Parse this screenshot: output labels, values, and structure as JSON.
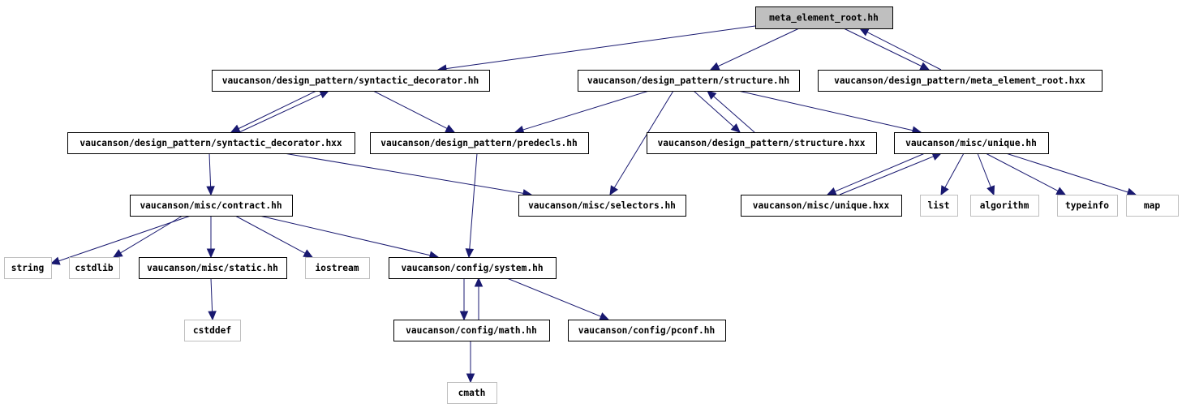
{
  "title": "meta_element_root.hh include dependency graph",
  "colors": {
    "edge": "#191970",
    "root_fill": "#bfbfbf",
    "external_border": "#bfbfbf"
  },
  "nodes": [
    {
      "id": 0,
      "label": "meta_element_root.hh",
      "kind": "root"
    },
    {
      "id": 1,
      "label": "vaucanson/design_pattern/syntactic_decorator.hh",
      "kind": "file"
    },
    {
      "id": 2,
      "label": "vaucanson/design_pattern/structure.hh",
      "kind": "file"
    },
    {
      "id": 3,
      "label": "vaucanson/design_pattern/meta_element_root.hxx",
      "kind": "file"
    },
    {
      "id": 4,
      "label": "vaucanson/design_pattern/syntactic_decorator.hxx",
      "kind": "file"
    },
    {
      "id": 5,
      "label": "vaucanson/design_pattern/predecls.hh",
      "kind": "file"
    },
    {
      "id": 6,
      "label": "vaucanson/design_pattern/structure.hxx",
      "kind": "file"
    },
    {
      "id": 7,
      "label": "vaucanson/misc/unique.hh",
      "kind": "file"
    },
    {
      "id": 8,
      "label": "vaucanson/misc/contract.hh",
      "kind": "file"
    },
    {
      "id": 9,
      "label": "vaucanson/misc/selectors.hh",
      "kind": "file"
    },
    {
      "id": 10,
      "label": "vaucanson/misc/unique.hxx",
      "kind": "file"
    },
    {
      "id": 11,
      "label": "list",
      "kind": "ext"
    },
    {
      "id": 12,
      "label": "algorithm",
      "kind": "ext"
    },
    {
      "id": 13,
      "label": "typeinfo",
      "kind": "ext"
    },
    {
      "id": 14,
      "label": "map",
      "kind": "ext"
    },
    {
      "id": 15,
      "label": "string",
      "kind": "ext"
    },
    {
      "id": 16,
      "label": "cstdlib",
      "kind": "ext"
    },
    {
      "id": 17,
      "label": "vaucanson/misc/static.hh",
      "kind": "file"
    },
    {
      "id": 18,
      "label": "iostream",
      "kind": "ext"
    },
    {
      "id": 19,
      "label": "vaucanson/config/system.hh",
      "kind": "file"
    },
    {
      "id": 20,
      "label": "cstddef",
      "kind": "ext"
    },
    {
      "id": 21,
      "label": "vaucanson/config/math.hh",
      "kind": "file"
    },
    {
      "id": 22,
      "label": "vaucanson/config/pconf.hh",
      "kind": "file"
    },
    {
      "id": 23,
      "label": "cmath",
      "kind": "ext"
    }
  ],
  "edges": [
    [
      0,
      1
    ],
    [
      0,
      2
    ],
    [
      0,
      3
    ],
    [
      3,
      0
    ],
    [
      1,
      4
    ],
    [
      4,
      1
    ],
    [
      1,
      5
    ],
    [
      2,
      5
    ],
    [
      2,
      9
    ],
    [
      2,
      6
    ],
    [
      6,
      2
    ],
    [
      2,
      7
    ],
    [
      4,
      8
    ],
    [
      4,
      9
    ],
    [
      5,
      19
    ],
    [
      7,
      10
    ],
    [
      10,
      7
    ],
    [
      7,
      11
    ],
    [
      7,
      12
    ],
    [
      7,
      13
    ],
    [
      7,
      14
    ],
    [
      8,
      15
    ],
    [
      8,
      16
    ],
    [
      8,
      17
    ],
    [
      8,
      18
    ],
    [
      8,
      19
    ],
    [
      17,
      20
    ],
    [
      19,
      21
    ],
    [
      21,
      19
    ],
    [
      19,
      22
    ],
    [
      21,
      23
    ]
  ]
}
